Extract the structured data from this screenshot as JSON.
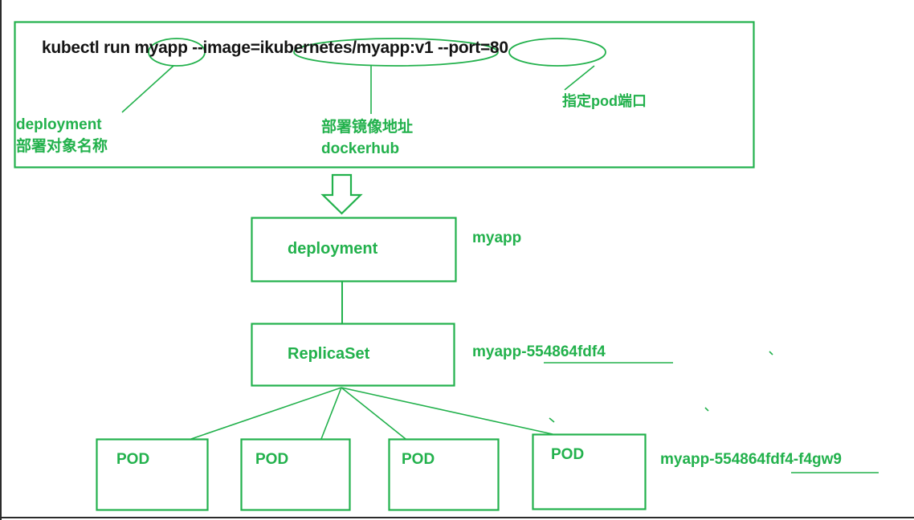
{
  "diagram": {
    "title_command": "kubectl run myapp --image=ikubernetes/myapp:v1 --port=80",
    "accent_color": "#22b14c",
    "command_text_color": "#141414",
    "background": "#ffffff",
    "command": {
      "prefix": "kubectl run ",
      "name": "myapp",
      "middle": " --image=",
      "image": "ikubernetes/myapp:v1",
      "port_flag": " --port=80",
      "full": "kubectl run myapp --image=ikubernetes/myapp:v1 --port=80"
    },
    "annotations": [
      {
        "key": "deployment_name",
        "text": "deployment\n部署对象名称",
        "line1": "deployment",
        "line2": "部署对象名称"
      },
      {
        "key": "image_address",
        "text": "部署镜像地址\ndockerhub",
        "line1": "部署镜像地址",
        "line2": "dockerhub"
      },
      {
        "key": "pod_port",
        "text": "指定pod端口"
      }
    ],
    "nodes": [
      {
        "key": "deployment",
        "label": "deployment",
        "side_label": "myapp"
      },
      {
        "key": "replicaset",
        "label": "ReplicaSet",
        "side_label": "myapp-554864fdf4"
      },
      {
        "key": "pod1",
        "label": "POD"
      },
      {
        "key": "pod2",
        "label": "POD"
      },
      {
        "key": "pod3",
        "label": "POD"
      },
      {
        "key": "pod4",
        "label": "POD",
        "side_label": "myapp-554864fdf4-f4gw9"
      }
    ],
    "pod_side_label": "myapp-554864fdf4-f4gw9"
  }
}
